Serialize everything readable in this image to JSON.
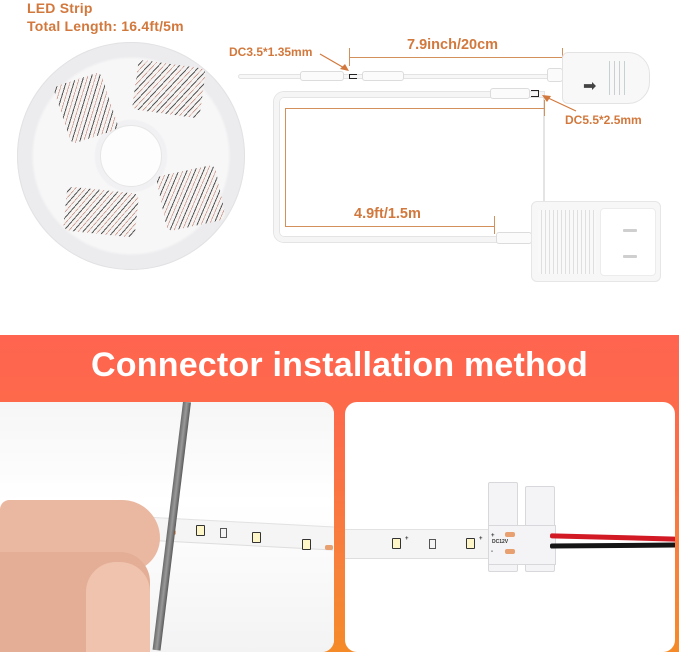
{
  "header": {
    "line1": "LED Strip",
    "line2": "Total Length: 16.4ft/5m"
  },
  "diagram": {
    "labels": {
      "dc_small": "DC3.5*1.35mm",
      "controller_length": "7.9inch/20cm",
      "dc_large": "DC5.5*2.5mm",
      "adapter_length": "4.9ft/1.5m"
    },
    "components": [
      "led-strip-reel",
      "ir-controller",
      "power-adapter"
    ]
  },
  "banner": {
    "title": "Connector installation method"
  },
  "steps": [
    {
      "name": "cut-strip",
      "description": "Scissors cutting LED strip at marked line"
    },
    {
      "name": "attach-connector",
      "description": "LED strip inserted into clip connector with red/black wires"
    }
  ],
  "connector": {
    "plus": "+",
    "minus": "-",
    "voltage": "DC12V"
  },
  "colors": {
    "label": "#d2783c",
    "banner_top": "#ff6450",
    "banner_bottom": "#f58a28",
    "wire_red": "#d11a24",
    "wire_black": "#151515"
  }
}
